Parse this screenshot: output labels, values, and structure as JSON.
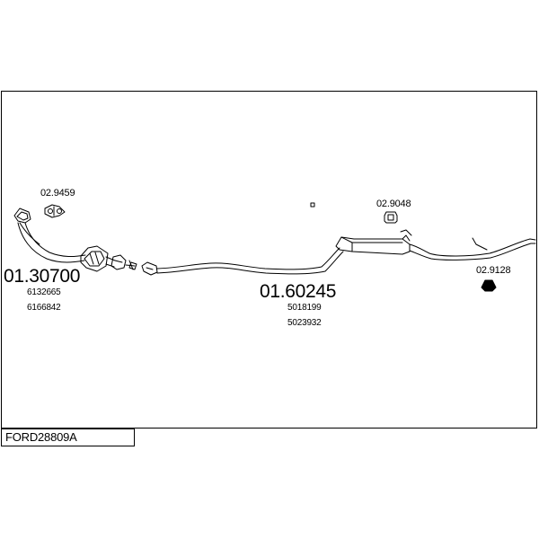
{
  "diagram": {
    "code": "FORD28809A",
    "parts": [
      {
        "number": "01.30700",
        "refs": [
          "6132665",
          "6166842"
        ]
      },
      {
        "number": "01.60245",
        "refs": [
          "5018199",
          "5023932"
        ]
      }
    ],
    "clamps": [
      {
        "number": "02.9459"
      },
      {
        "number": "02.9048"
      },
      {
        "number": "02.9128"
      }
    ]
  }
}
